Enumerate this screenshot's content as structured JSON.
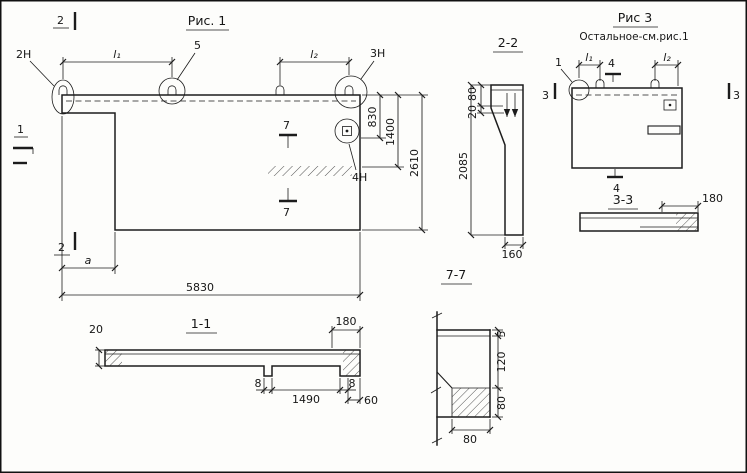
{
  "fig1": {
    "title": "Рис. 1",
    "dims": {
      "l1": "l₁",
      "l2": "l₂",
      "v830": "830",
      "v1400": "1400",
      "v2610": "2610",
      "v5830": "5830",
      "a": "а"
    },
    "callouts": {
      "n2": "2Н",
      "n3": "3Н",
      "n4": "4Н",
      "n5": "5"
    },
    "cuts": {
      "c1": "1",
      "c2": "2",
      "c7": "7"
    }
  },
  "sec22": {
    "title": "2-2",
    "dims": {
      "v80": "80",
      "v20": "20",
      "v2085": "2085",
      "v160": "160"
    }
  },
  "fig3": {
    "title": "Рис 3",
    "subtitle": "Остальное-см.рис.1",
    "dims": {
      "l1": "l₁",
      "l2": "l₂"
    },
    "callouts": {
      "n1": "1"
    },
    "cuts": {
      "c3": "3",
      "c4": "4"
    }
  },
  "sec33": {
    "title": "3-3",
    "dims": {
      "v180": "180"
    }
  },
  "sec11": {
    "title": "1-1",
    "dims": {
      "v20": "20",
      "v180": "180",
      "v8a": "8",
      "v1490": "1490",
      "v8b": "8",
      "v60": "60"
    }
  },
  "sec77": {
    "title": "7-7",
    "dims": {
      "v5": "5",
      "v120": "120",
      "v80r": "80",
      "v80b": "80"
    }
  }
}
